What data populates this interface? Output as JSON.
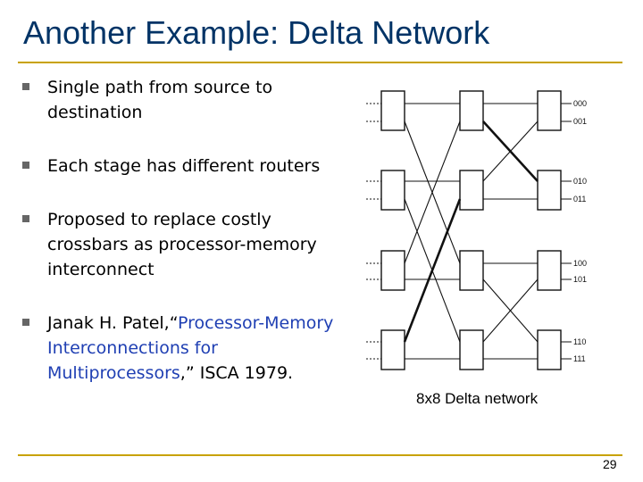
{
  "slide": {
    "title": "Another Example: Delta Network",
    "page_number": "29"
  },
  "bullets": [
    {
      "text": "Single path from source to destination"
    },
    {
      "text": "Each stage has different routers"
    },
    {
      "text": "Proposed to replace costly crossbars as processor-memory interconnect"
    },
    {
      "prefix": "Janak H. Patel,“",
      "link1": "Processor-Memory Interconnections for Multiprocessors",
      "suffix": ",” ISCA 1979."
    }
  ],
  "diagram": {
    "caption": "8x8 Delta network",
    "output_labels": [
      "000",
      "001",
      "010",
      "011",
      "100",
      "101",
      "110",
      "111"
    ]
  },
  "colors": {
    "title": "#003366",
    "rule": "#c8a200",
    "link": "#1f3fb3",
    "bullet_marker": "#666666"
  }
}
